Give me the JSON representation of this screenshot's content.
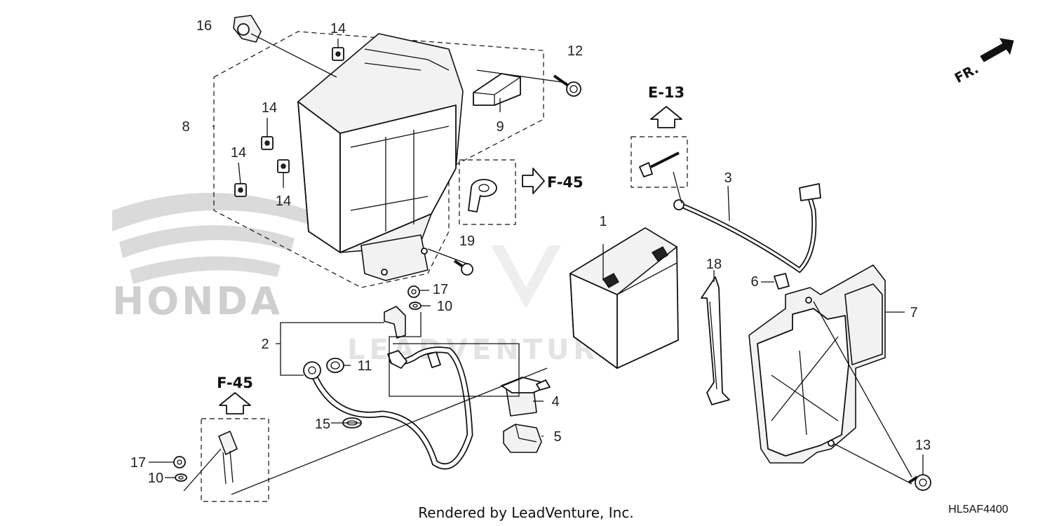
{
  "diagram": {
    "callouts": [
      "1",
      "2",
      "3",
      "4",
      "5",
      "6",
      "7",
      "8",
      "9",
      "10",
      "10",
      "11",
      "12",
      "13",
      "14",
      "14",
      "14",
      "14",
      "15",
      "16",
      "17",
      "17",
      "18",
      "19"
    ],
    "references": [
      "E-13",
      "F-45",
      "F-45"
    ],
    "direction_label": "FR.",
    "footer_text": "Rendered by LeadVenture, Inc.",
    "diagram_code": "HL5AF4400",
    "watermark_text": "HONDA",
    "watermark_text_2": "LEADVENTURE"
  }
}
